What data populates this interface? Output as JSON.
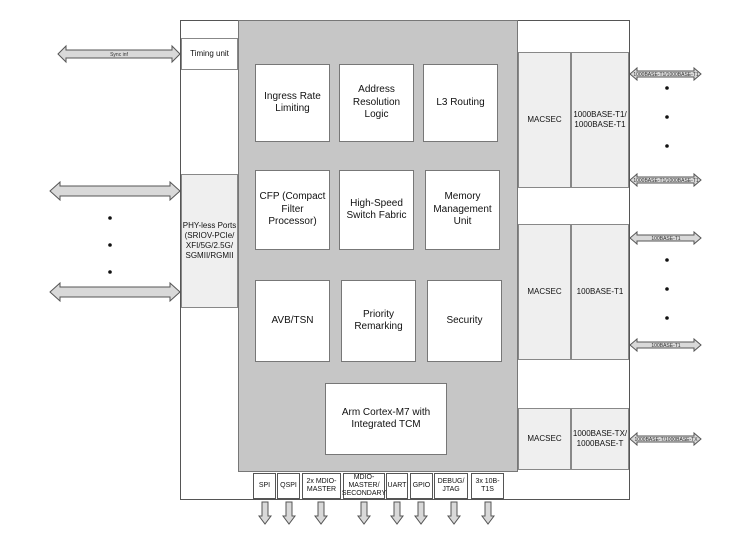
{
  "left": {
    "sync_arrow_label": "Sync inf",
    "timing_unit": "Timing unit",
    "phy_less_ports": "PHY-less Ports (SRIOV-PCIe/ XFI/5G/2.5G/ SGMII/RGMII"
  },
  "core": {
    "ingress_rate_limiting": "Ingress Rate Limiting",
    "address_resolution_logic": "Address Resolution Logic",
    "l3_routing": "L3 Routing",
    "cfp": "CFP (Compact Filter Processor)",
    "switch_fabric": "High-Speed Switch Fabric",
    "memory_management_unit": "Memory Management Unit",
    "avb_tsn": "AVB/TSN",
    "priority_remarking": "Priority Remarking",
    "security": "Security",
    "arm_cortex": "Arm Cortex-M7 with Integrated TCM"
  },
  "right": {
    "blocks": [
      {
        "macsec": "MACSEC",
        "phy": "1000BASE-T1/ 1000BASE-T1",
        "arrow_top": "1000BASE-T1/1000BASE-T1",
        "arrow_bottom": "1000BASE-T1/1000BASE-T1"
      },
      {
        "macsec": "MACSEC",
        "phy": "100BASE-T1",
        "arrow_top": "100BASE-T1",
        "arrow_bottom": "100BASE-T1"
      },
      {
        "macsec": "MACSEC",
        "phy": "1000BASE-TX/ 1000BASE-T",
        "arrow_top": "1000BASE-T/1000BASE-TX"
      }
    ]
  },
  "bottom": {
    "interfaces": [
      "SPI",
      "QSPI",
      "2x MDIO- MASTER",
      "MDIO- MASTER/ SECONDARY",
      "UART",
      "GPIO",
      "DEBUG/ JTAG",
      "3x 10B-T1S"
    ]
  }
}
